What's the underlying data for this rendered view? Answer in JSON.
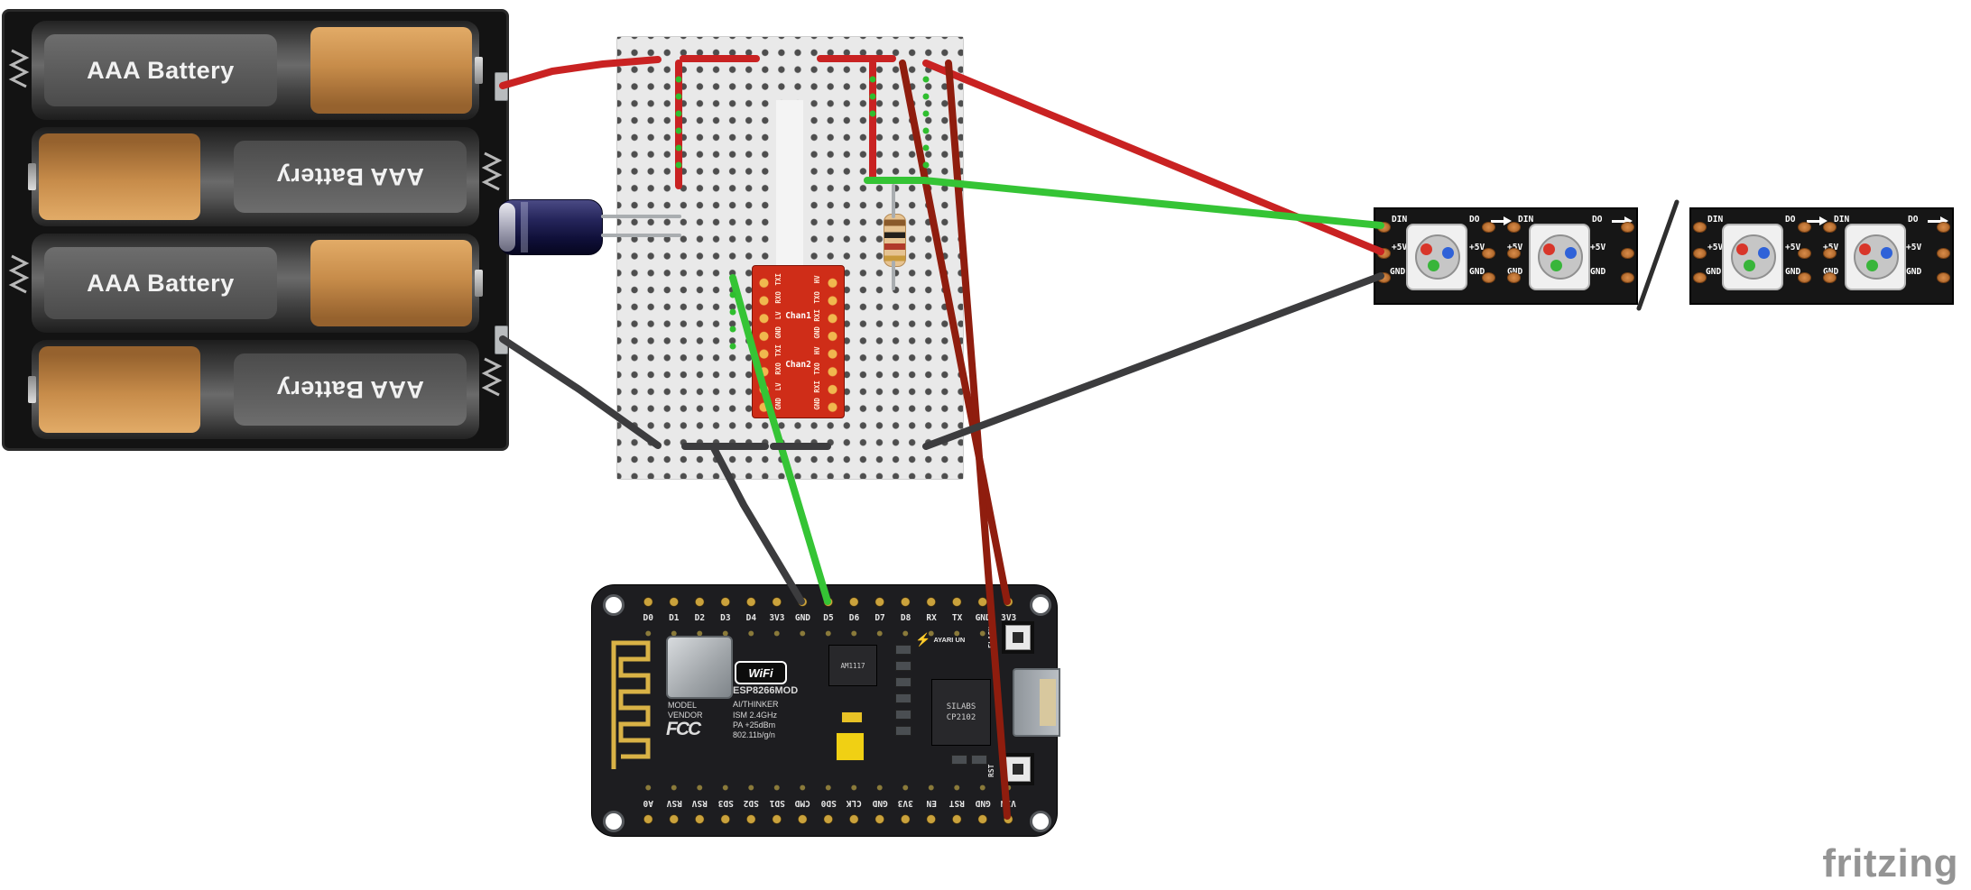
{
  "watermark": "fritzing",
  "colors": {
    "wire_red": "#c92222",
    "wire_dark_red": "#8f1d0e",
    "wire_green": "#35c435",
    "wire_black": "#3c3c3e",
    "lead_silver": "#a9adb0",
    "slash_dark": "#2e2e2e",
    "hole_green": "#2fbe2f"
  },
  "battery_pack": {
    "cells": [
      {
        "label": "AAA Battery"
      },
      {
        "label": "AAA Battery"
      },
      {
        "label": "AAA Battery"
      },
      {
        "label": "AAA Battery"
      }
    ]
  },
  "level_shifter": {
    "channel_labels": [
      "Chan1",
      "Chan2"
    ],
    "left_pins": [
      "TXI",
      "RXO",
      "LV",
      "GND",
      "TXI",
      "RXO",
      "LV",
      "GND"
    ],
    "right_pins": [
      "HV",
      "TXO",
      "RXI",
      "GND",
      "HV",
      "TXO",
      "RXI",
      "GND"
    ]
  },
  "nodemcu": {
    "top_pins": [
      "D0",
      "D1",
      "D2",
      "D3",
      "D4",
      "3V3",
      "GND",
      "D5",
      "D6",
      "D7",
      "D8",
      "RX",
      "TX",
      "GND",
      "3V3"
    ],
    "bottom_pins": [
      "A0",
      "RSV",
      "RSV",
      "SD3",
      "SD2",
      "SD1",
      "CMD",
      "SD0",
      "CLK",
      "GND",
      "3V3",
      "EN",
      "RST",
      "GND",
      "VIN"
    ],
    "silk": {
      "wifi_logo": "WiFi",
      "module_name": "ESP8266MOD",
      "model_label": "MODEL",
      "vendor_label": "VENDOR",
      "fcc_logo": "FCC",
      "maker": "AI/THINKER",
      "ism": "ISM 2.4GHz",
      "pa": "PA +25dBm",
      "wifi_std": "802.11b/g/n",
      "regulator": "AM1117",
      "usb_chip_line1": "SILABS",
      "usb_chip_line2": "CP2102",
      "flash_button": "FLASH",
      "reset_button": "RST",
      "badge": "AYARI UN"
    }
  },
  "led_strips": {
    "labels": {
      "din": "DIN",
      "dout": "DO",
      "power": "+5V",
      "ground": "GND"
    }
  }
}
